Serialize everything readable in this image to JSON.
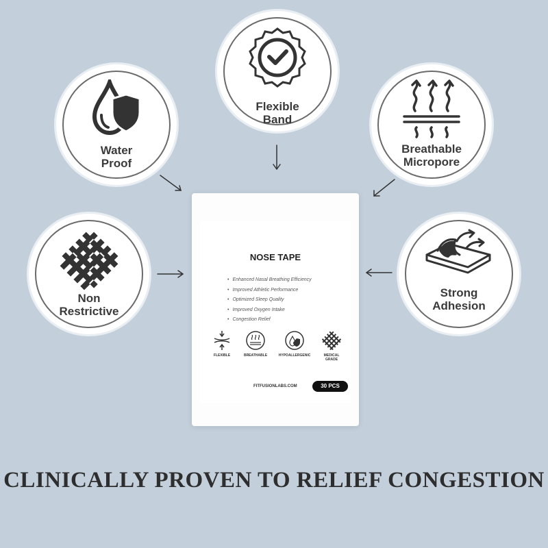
{
  "features": [
    {
      "id": "water-proof",
      "label": "Water\nProof",
      "icon": "water-drop-shield-icon"
    },
    {
      "id": "flexible-band",
      "label": "Flexible\nBand",
      "icon": "badge-check-icon"
    },
    {
      "id": "breathable-micropore",
      "label": "Breathable\nMicropore",
      "icon": "airflow-arrows-icon"
    },
    {
      "id": "non-restrictive",
      "label": "Non\nRestrictive",
      "icon": "woven-mesh-icon"
    },
    {
      "id": "strong-adhesion",
      "label": "Strong\nAdhesion",
      "icon": "adhesive-peel-icon"
    }
  ],
  "package": {
    "title": "NOSE TAPE",
    "benefits": [
      "Enhanced Nasal Breathing Efficiency",
      "Improved Athletic Performance",
      "Optimized Sleep Quality",
      "Improved Oxygen Intake",
      "Congestion Relief"
    ],
    "icons": [
      {
        "label": "FLEXIBLE",
        "icon": "flexible-icon"
      },
      {
        "label": "BREATHABLE",
        "icon": "breathable-icon"
      },
      {
        "label": "HYPOALLERGENIC",
        "icon": "hypoallergenic-icon"
      },
      {
        "label": "MEDICAL\nGRADE",
        "icon": "medical-grade-icon"
      }
    ],
    "website": "FITFUSIONLABS.COM",
    "count": "30 PCS"
  },
  "headline": "CLINICALLY PROVEN TO RELIEF CONGESTION",
  "colors": {
    "background": "#c3d0dc",
    "icon": "#333333",
    "text": "#3a3a3a"
  }
}
